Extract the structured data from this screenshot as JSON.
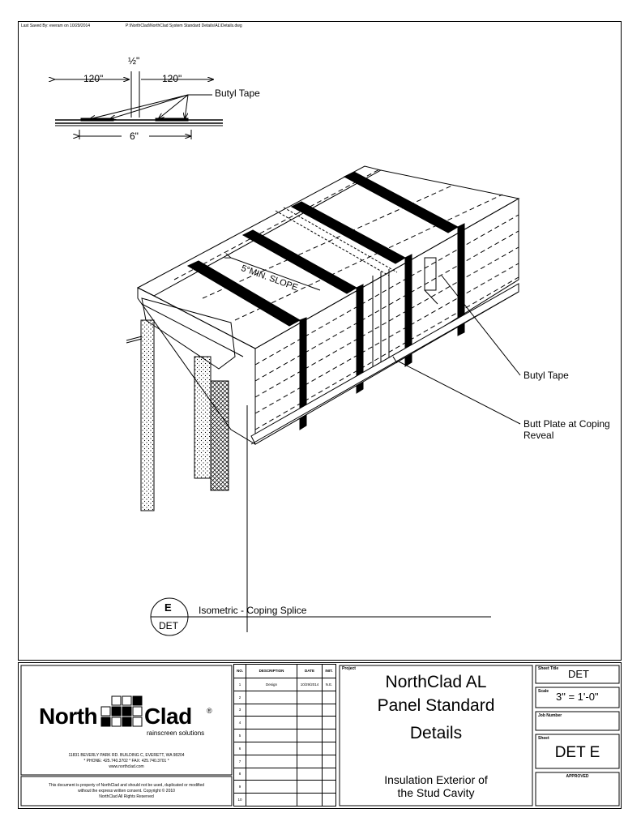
{
  "header": {
    "saved_by": "Last Saved By: everam on 10/29/2014",
    "file_path": "P:\\NorthClad\\NorthClad System Standard Details\\AL\\Details.dwg"
  },
  "inset_detail": {
    "dim_left": "120\"",
    "dim_center": "½\"",
    "dim_right": "120\"",
    "dim_bottom": "6\"",
    "label": "Butyl Tape"
  },
  "drawing": {
    "slope_note": "5°MIN. SLOPE",
    "callout_butyl": "Butyl Tape",
    "callout_butt_plate_1": "Butt Plate at Coping",
    "callout_butt_plate_2": "Reveal"
  },
  "detail_tag": {
    "letter": "E",
    "sheet": "DET",
    "title": "Isometric - Coping Splice"
  },
  "company": {
    "name_left": "North",
    "name_right": "Clad",
    "registered": "®",
    "tagline": "rainscreen solutions",
    "address": "11831 BEVERLY PARK RD. BUILDING C, EVERETT, WA 98204",
    "phone": "* PHONE: 425.740.3702 * FAX: 425.740.3701 *",
    "website": "www.northclad.com",
    "disclaimer_1": "This document is property of NorthClad and should not be used, duplicated or modified",
    "disclaimer_2": "without the express written consent.  Copyright © 2010",
    "disclaimer_3": "NorthClad All Rights Reserved",
    "brand_color": "#000000"
  },
  "revisions": {
    "headers": [
      "NO.",
      "DESCRIPTION",
      "DATE",
      "INIT."
    ],
    "rows": [
      [
        "1",
        "Design",
        "10/29/2014",
        "N.E."
      ],
      [
        "2",
        "",
        "",
        ""
      ],
      [
        "3",
        "",
        "",
        ""
      ],
      [
        "4",
        "",
        "",
        ""
      ],
      [
        "5",
        "",
        "",
        ""
      ],
      [
        "6",
        "",
        "",
        ""
      ],
      [
        "7",
        "",
        "",
        ""
      ],
      [
        "8",
        "",
        "",
        ""
      ],
      [
        "9",
        "",
        "",
        ""
      ],
      [
        "10",
        "",
        "",
        ""
      ]
    ]
  },
  "project": {
    "label": "Project",
    "title_1": "NorthClad AL",
    "title_2": "Panel Standard",
    "title_3": "Details",
    "subtitle_1": "Insulation Exterior of",
    "subtitle_2": "the Stud Cavity"
  },
  "sheet_info": {
    "sheet_title_label": "Sheet Title",
    "sheet_title": "DET",
    "scale_label": "Scale",
    "scale": "3\" = 1'-0\"",
    "job_number_label": "Job Number",
    "job_number": "",
    "sheet_label": "Sheet",
    "sheet": "DET E",
    "approved_label": "APPROVED"
  }
}
